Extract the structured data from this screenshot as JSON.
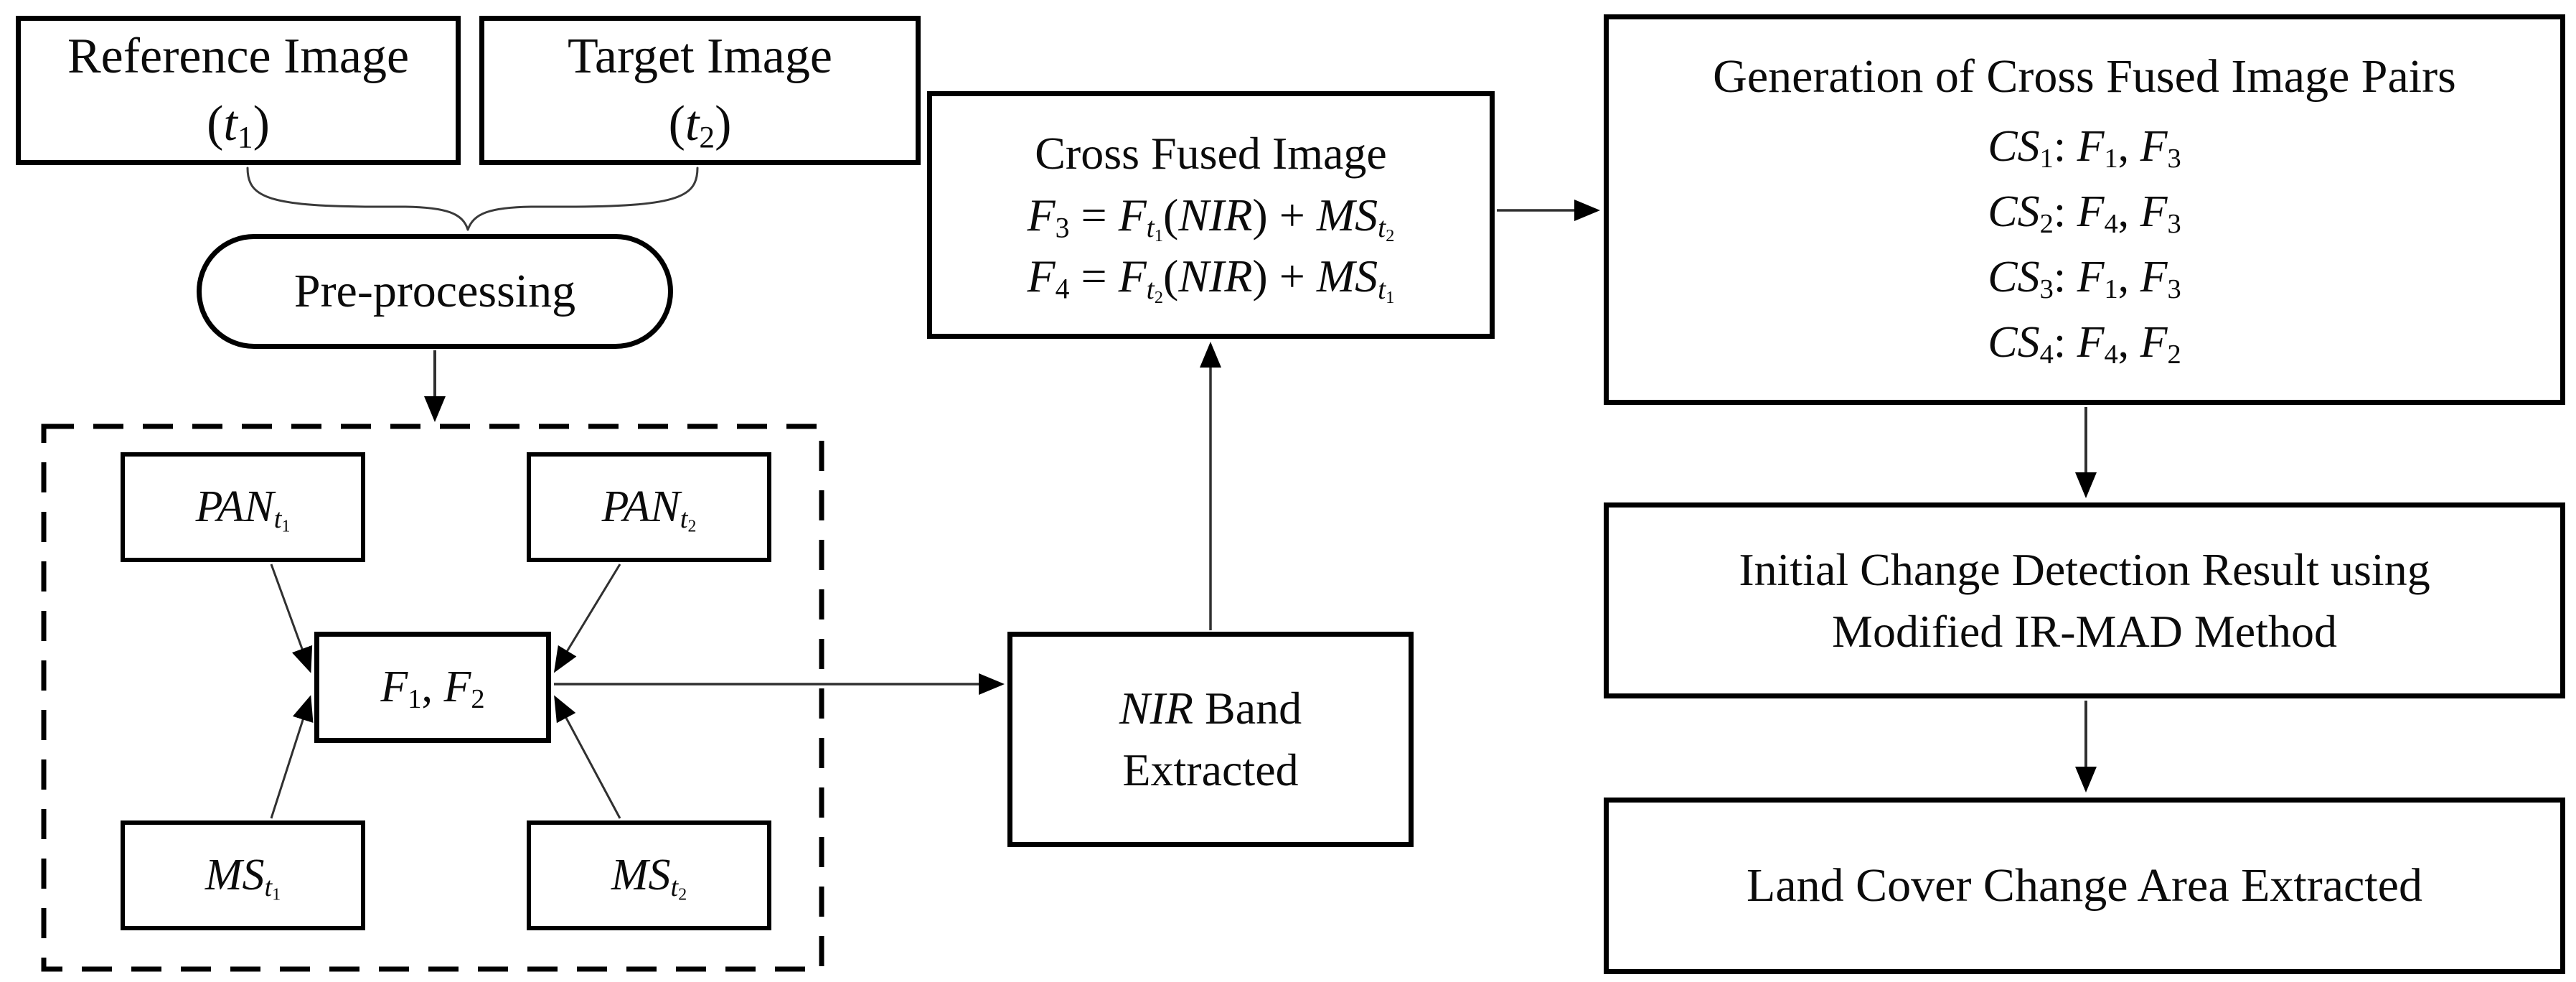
{
  "figure": {
    "background": "#ffffff",
    "ink": "#000000",
    "line_color": "#303030"
  },
  "nodes": {
    "reference": {
      "line1": "Reference Image",
      "line2": "(*t*_{1})"
    },
    "target": {
      "line1": "Target Image",
      "line2": "(*t*_{2})"
    },
    "preprocessing": {
      "label": "Pre-processing"
    },
    "pan_t1": {
      "label": "*PAN*_{*t*_{1}}"
    },
    "pan_t2": {
      "label": "*PAN*_{*t*_{2}}"
    },
    "f1f2": {
      "label": "*F*_{1}, *F*_{2}"
    },
    "ms_t1": {
      "label": "*MS*_{*t*_{1}}"
    },
    "ms_t2": {
      "label": "*MS*_{*t*_{2}}"
    },
    "nir": {
      "line1": "*NIR* Band",
      "line2": "Extracted"
    },
    "cross_fused": {
      "title": "Cross Fused Image",
      "eq1": "*F*_{3} = *F*_{*t*_{1}}(*NIR*) + *MS*_{*t*_{2}}",
      "eq2": "*F*_{4} = *F*_{*t*_{2}}(*NIR*) + *MS*_{*t*_{1}}"
    },
    "generation": {
      "title": "Generation of Cross Fused Image Pairs",
      "pairs": [
        "*CS*_{1}: *F*_{1}, *F*_{3}",
        "*CS*_{2}: *F*_{4}, *F*_{3}",
        "*CS*_{3}: *F*_{1}, *F*_{3}",
        "*CS*_{4}: *F*_{4}, *F*_{2}"
      ]
    },
    "initial": {
      "line1": "Initial Change Detection Result using",
      "line2": "Modified IR-MAD Method"
    },
    "landcover": {
      "label": "Land Cover Change Area Extracted"
    }
  }
}
